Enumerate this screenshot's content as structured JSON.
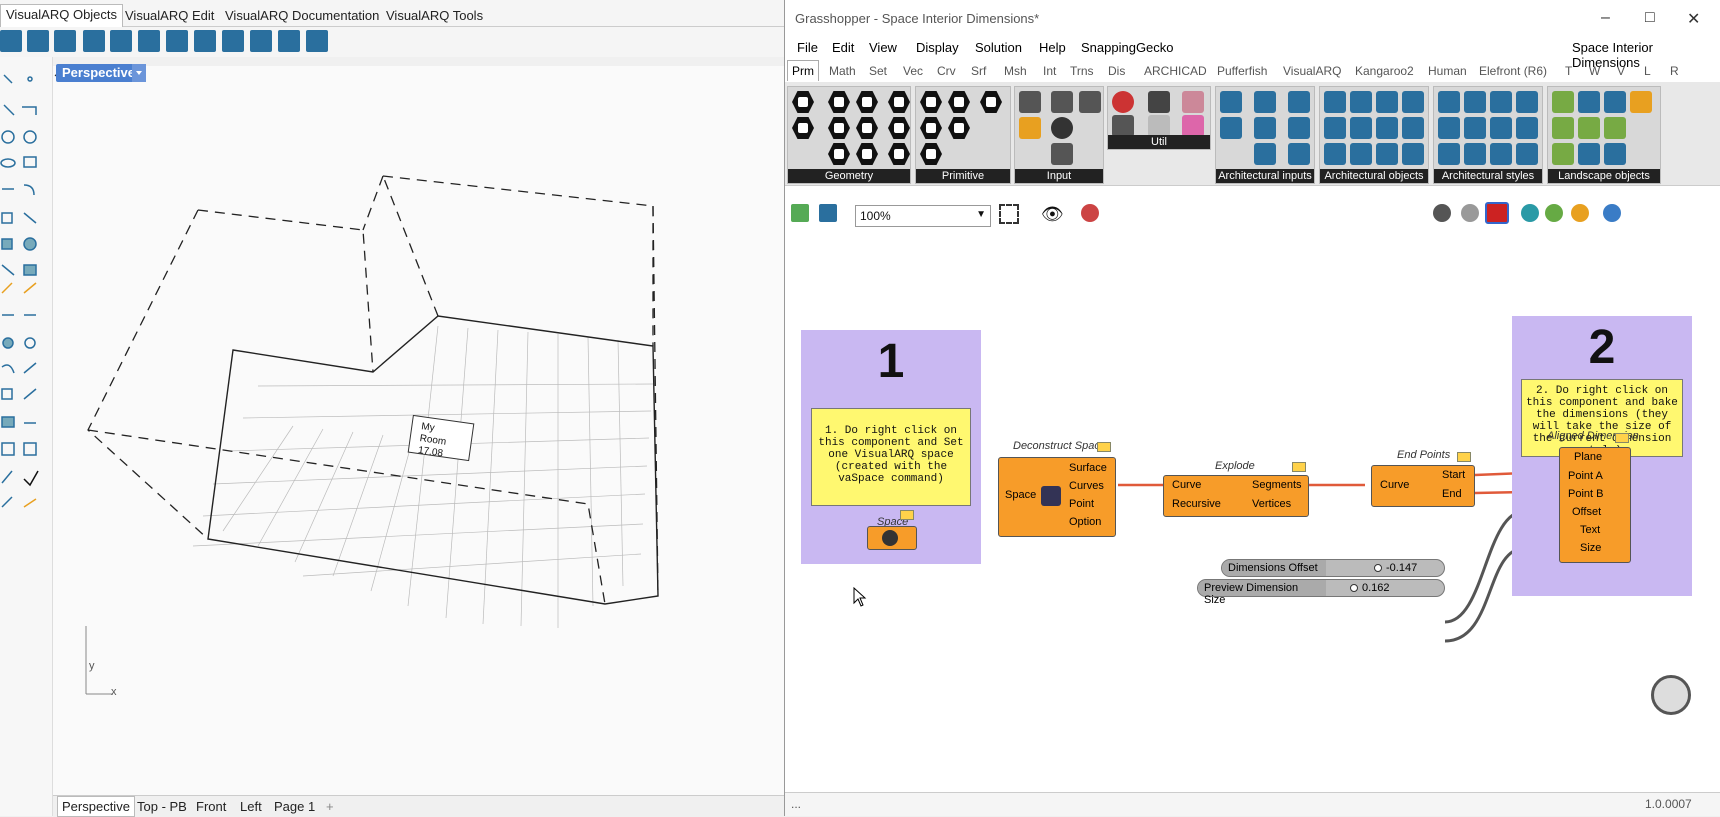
{
  "rhino": {
    "tabs": [
      "VisualARQ Objects",
      "VisualARQ Edit",
      "VisualARQ Documentation",
      "VisualARQ Tools"
    ],
    "viewport_label": "Perspective",
    "room_tag": {
      "name": "My Room",
      "area": "17.08"
    },
    "axis_x": "x",
    "axis_y": "y",
    "bottom_tabs": [
      "Perspective",
      "Top - PB",
      "Front",
      "Left",
      "Page 1"
    ],
    "add_tab": "+"
  },
  "grasshopper": {
    "title": "Grasshopper - Space Interior Dimensions*",
    "doc_name": "Space Interior Dimensions",
    "menu": [
      "File",
      "Edit",
      "View",
      "Display",
      "Solution",
      "Help",
      "SnappingGecko"
    ],
    "tabs": [
      "Prm",
      "Math",
      "Set",
      "Vec",
      "Crv",
      "Srf",
      "Msh",
      "Int",
      "Trns",
      "Dis",
      "ARCHICAD",
      "Pufferfish",
      "VisualARQ",
      "Kangaroo2",
      "Human",
      "Elefront (R6)",
      "T",
      "W",
      "V",
      "L",
      "R"
    ],
    "ribbon_groups": [
      "Geometry",
      "Primitive",
      "Input",
      "Util",
      "Architectural inputs",
      "Architectural objects",
      "Architectural styles",
      "Landscape objects"
    ],
    "zoom": "100%",
    "group1": {
      "number": "1",
      "note": "1. Do right click on this component and Set one VisualARQ space (created with the vaSpace command)",
      "param_title": "Space"
    },
    "group2": {
      "number": "2",
      "note": "2. Do right click on this component and bake the dimensions (they will take the size of the current dimension style)"
    },
    "deconstruct": {
      "title": "Deconstruct Space",
      "input": "Space",
      "outputs": [
        "Surface",
        "Curves",
        "Point",
        "Option"
      ]
    },
    "explode": {
      "title": "Explode",
      "inputs": [
        "Curve",
        "Recursive"
      ],
      "outputs": [
        "Segments",
        "Vertices"
      ]
    },
    "endpoints": {
      "title": "End Points",
      "input": "Curve",
      "outputs": [
        "Start",
        "End"
      ]
    },
    "aligned": {
      "title": "Aligned Dimension",
      "inputs": [
        "Plane",
        "Point A",
        "Point B",
        "Offset",
        "Text",
        "Size"
      ]
    },
    "slider1": {
      "name": "Dimensions Offset",
      "value": "-0.147"
    },
    "slider2": {
      "name": "Preview Dimension Size",
      "value": "0.162"
    },
    "status_left": "...",
    "version": "1.0.0007"
  },
  "colors": {
    "component": "#f79c29",
    "group": "#c9b8f2",
    "note": "#fff870",
    "wire": "#e05a3a"
  }
}
